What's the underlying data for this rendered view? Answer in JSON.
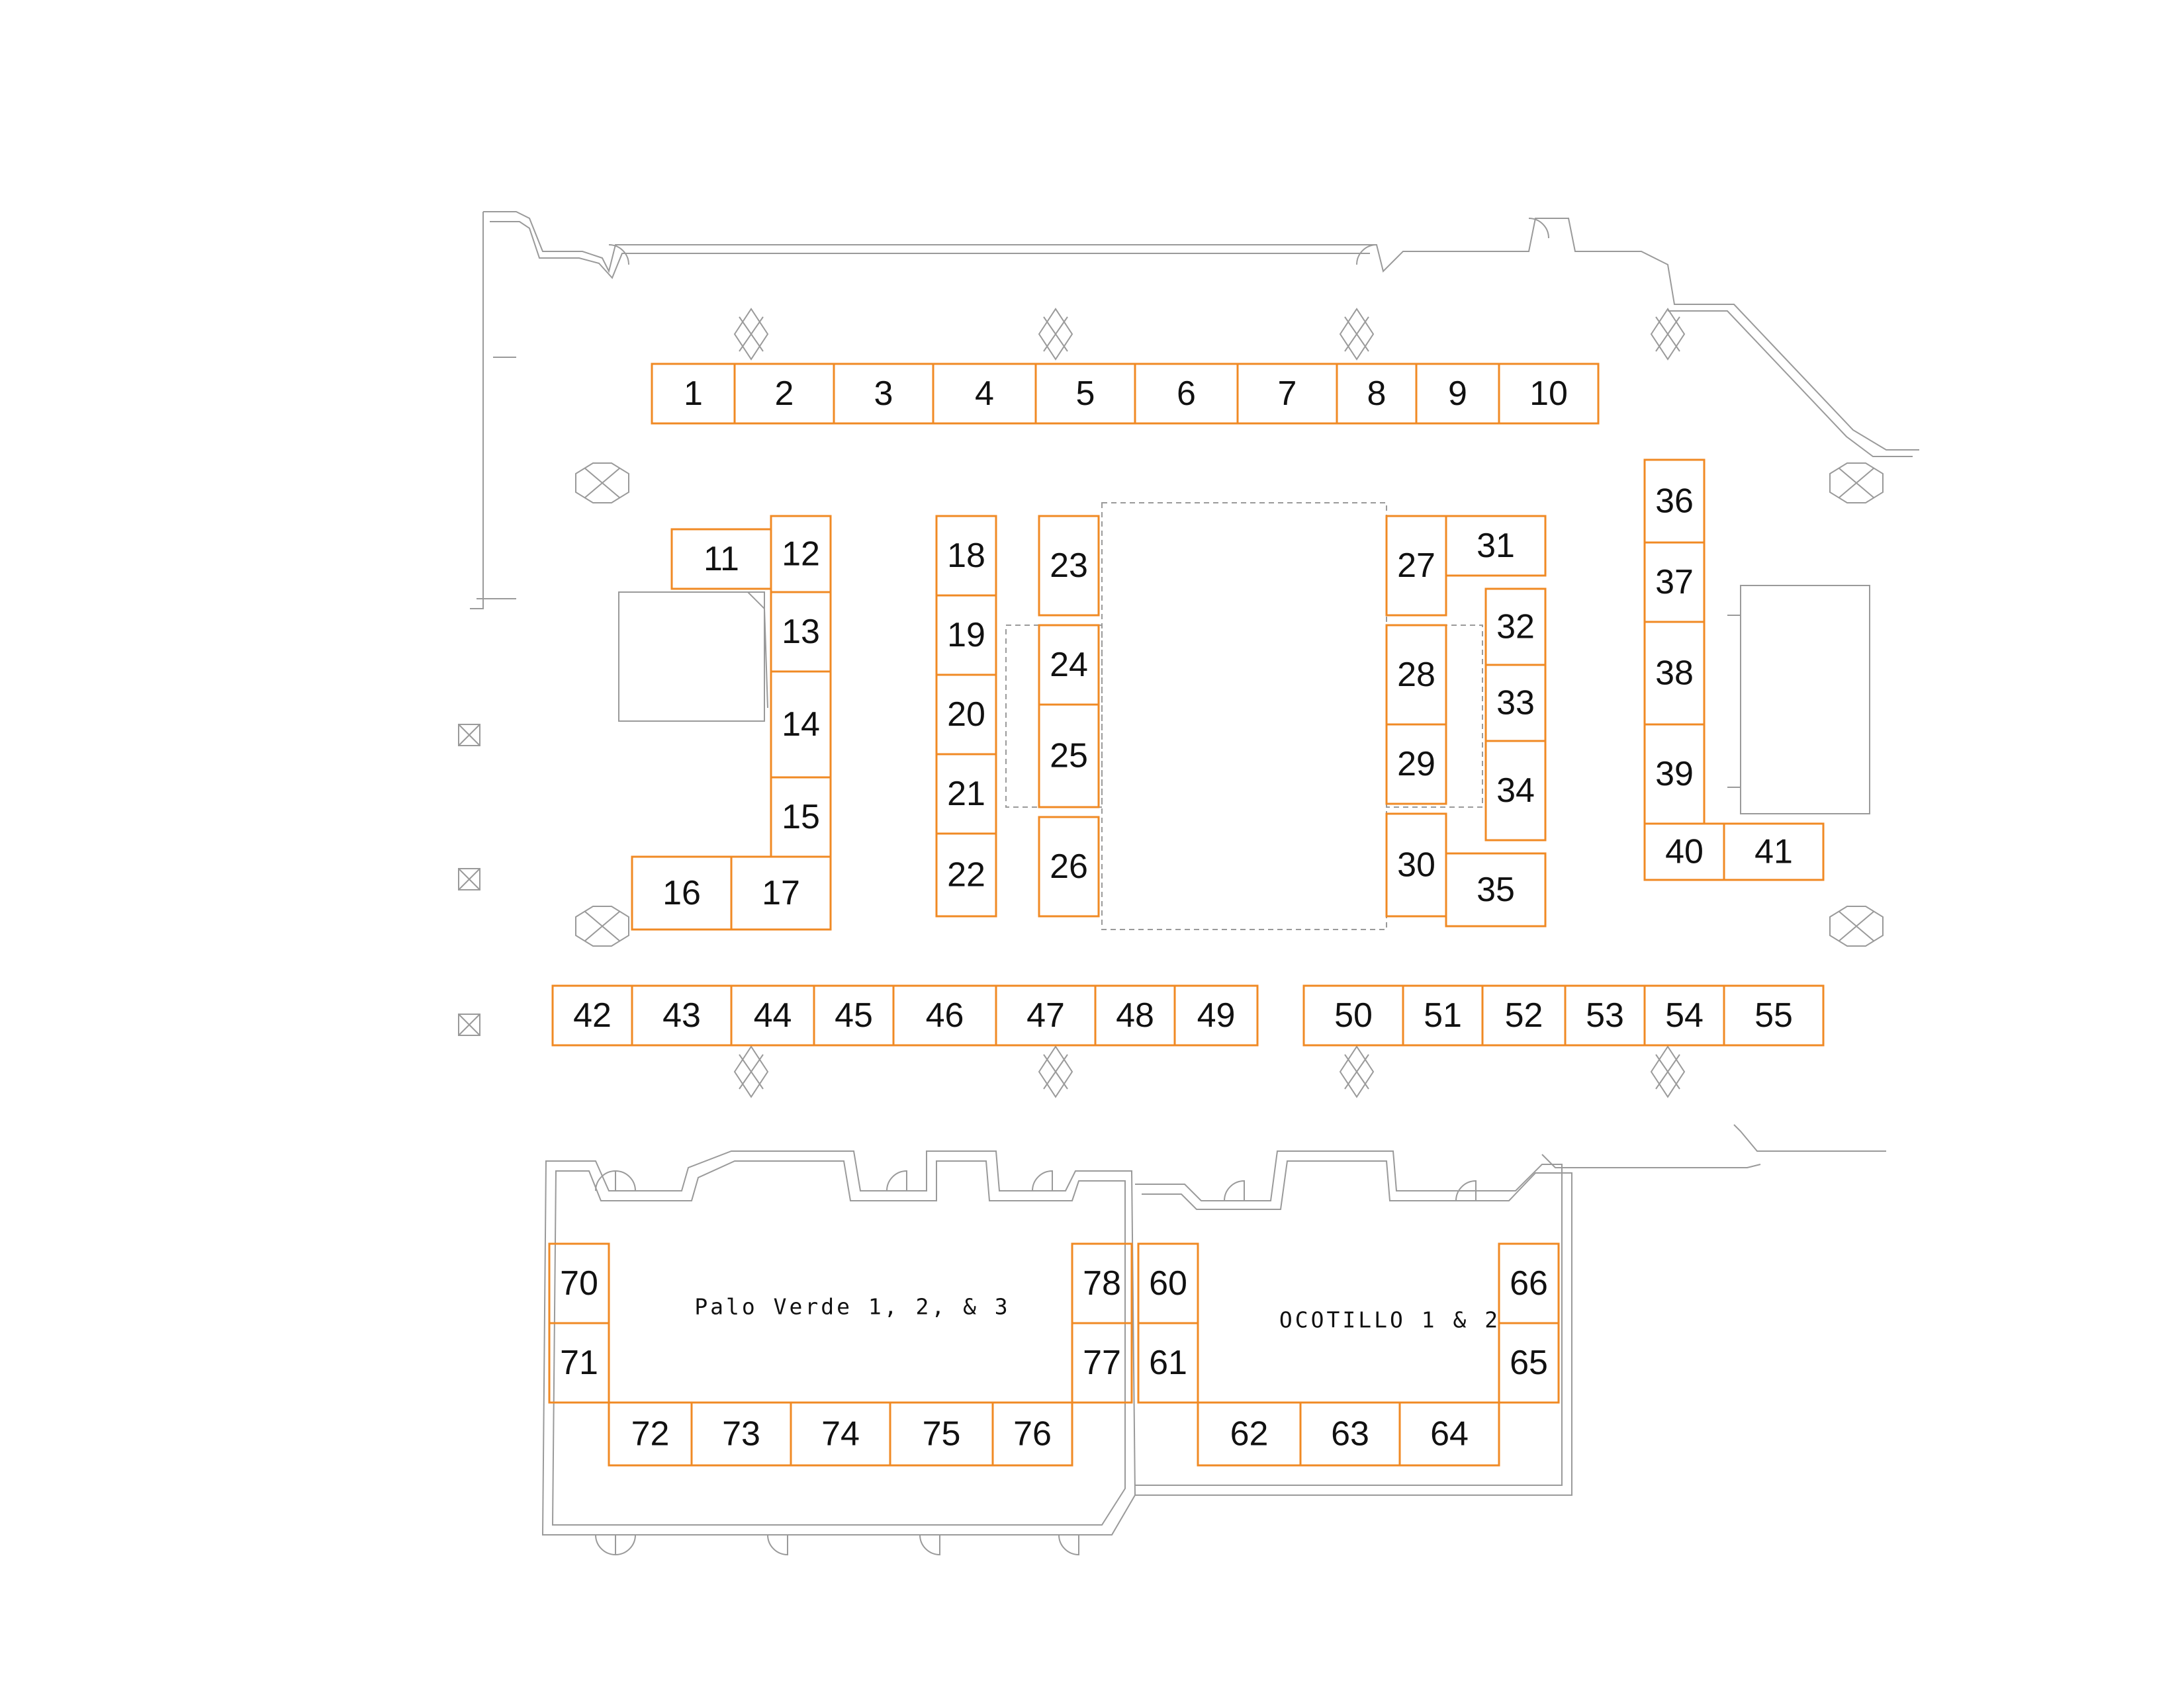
{
  "colors": {
    "booth": "#f08a24",
    "wall": "#9a9a9a",
    "text": "#111111",
    "background": "#ffffff"
  },
  "rooms": {
    "palo_verde": "Palo Verde 1, 2, & 3",
    "ocotillo": "OCOTILLO 1 & 2"
  },
  "booths": [
    "1",
    "2",
    "3",
    "4",
    "5",
    "6",
    "7",
    "8",
    "9",
    "10",
    "11",
    "12",
    "13",
    "14",
    "15",
    "16",
    "17",
    "18",
    "19",
    "20",
    "21",
    "22",
    "23",
    "24",
    "25",
    "26",
    "27",
    "28",
    "29",
    "30",
    "31",
    "32",
    "33",
    "34",
    "35",
    "36",
    "37",
    "38",
    "39",
    "40",
    "41",
    "42",
    "43",
    "44",
    "45",
    "46",
    "47",
    "48",
    "49",
    "50",
    "51",
    "52",
    "53",
    "54",
    "55",
    "60",
    "61",
    "62",
    "63",
    "64",
    "65",
    "66",
    "70",
    "71",
    "72",
    "73",
    "74",
    "75",
    "76",
    "77",
    "78"
  ],
  "icons": {
    "column": "column-icon",
    "door": "door-swing-icon",
    "outlet": "outlet-icon"
  }
}
